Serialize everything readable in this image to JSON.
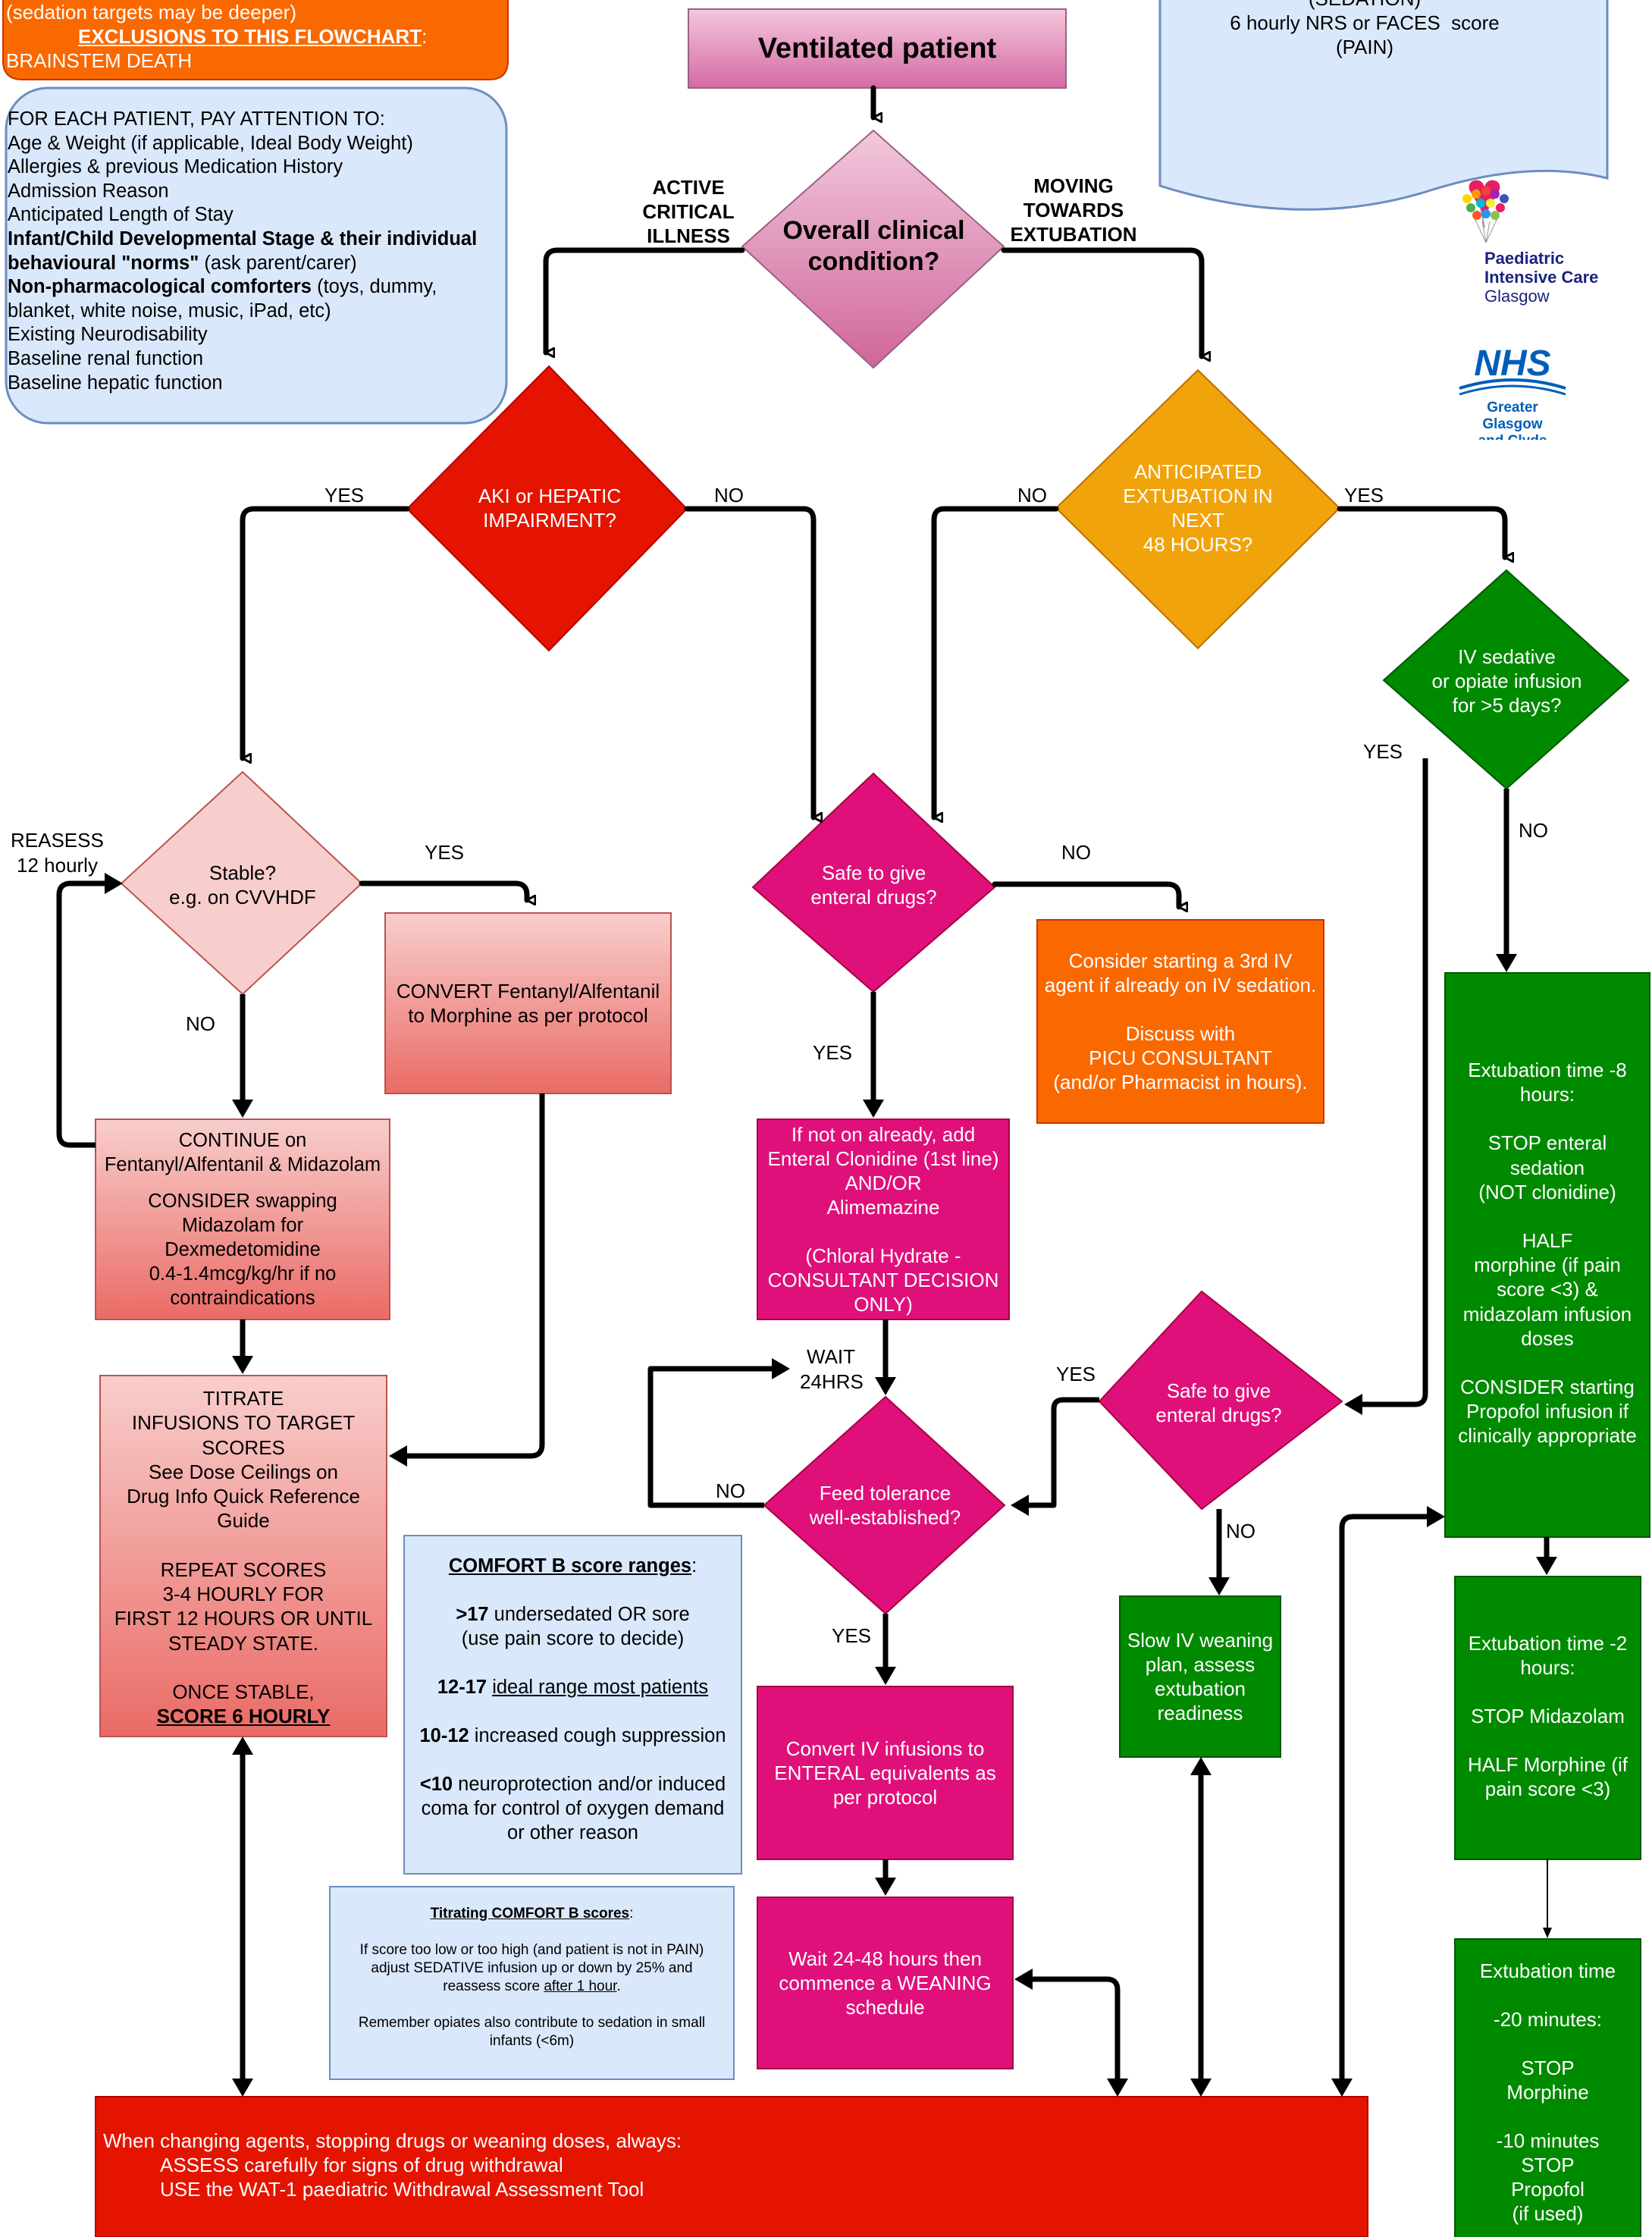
{
  "top_left_note": {
    "line1": "(sedation targets may be deeper)",
    "line2": "EXCLUSIONS TO THIS FLOWCHART",
    "line2_suffix": ":",
    "line3": "BRAINSTEM DEATH"
  },
  "start": {
    "label": "Ventilated patient"
  },
  "attention_box": {
    "heading": "FOR EACH PATIENT, PAY ATTENTION TO:",
    "items": [
      "Age & Weight (if applicable, Ideal Body Weight)",
      "Allergies & previous Medication History",
      "Admission Reason",
      "Anticipated Length of Stay",
      "Infant/Child Developmental Stage & their individual",
      "behavioural \"norms\"",
      " (ask parent/carer)",
      "Non-pharmacological comforters",
      " (toys, dummy,",
      "blanket, white noise, music, iPad, etc)",
      "Existing Neurodisability",
      "Baseline renal function",
      "Baseline hepatic function"
    ]
  },
  "score_doc": {
    "line1": "(SEDATION)",
    "line2": "6 hourly NRS or FACES  score",
    "line3": "(PAIN)"
  },
  "logos": {
    "picu_line1": "Paediatric",
    "picu_line2": "Intensive Care",
    "picu_line3": "Glasgow",
    "nhs": "NHS",
    "nhs_line1": "Greater Glasgow",
    "nhs_line2": "and Clyde"
  },
  "decision_overall": {
    "line1": "Overall clinical",
    "line2": "condition?"
  },
  "label_active": {
    "line1": "ACTIVE",
    "line2": "CRITICAL",
    "line3": "ILLNESS"
  },
  "label_moving": {
    "line1": "MOVING",
    "line2": "TOWARDS",
    "line3": "EXTUBATION"
  },
  "decision_aki": {
    "line1": "AKI or HEPATIC",
    "line2": "IMPAIRMENT?"
  },
  "decision_extubation48": {
    "line1": "ANTICIPATED",
    "line2": "EXTUBATION IN",
    "line3": "NEXT",
    "line4": "48 HOURS?"
  },
  "decision_iv5days": {
    "line1": "IV sedative",
    "line2": "or opiate infusion",
    "line3": "for >5 days?"
  },
  "decision_stable": {
    "line1": "Stable?",
    "line2": "e.g. on CVVHDF"
  },
  "decision_enteral1": {
    "line1": "Safe to give",
    "line2": "enteral drugs?"
  },
  "decision_enteral2": {
    "line1": "Safe to give",
    "line2": "enteral drugs?"
  },
  "decision_feed": {
    "line1": "Feed tolerance",
    "line2": "well-established?"
  },
  "labels": {
    "yes": "YES",
    "no": "NO",
    "reassess1": "REASESS",
    "reassess2": "12 hourly",
    "wait1": "WAIT",
    "wait2": "24HRS"
  },
  "box_convert_fentanyl": {
    "line1": "CONVERT Fentanyl/Alfentanil",
    "line2": "to Morphine as per protocol"
  },
  "box_continue": {
    "line1": "CONTINUE on",
    "line2": "Fentanyl/Alfentanil & Midazolam",
    "line3": "CONSIDER swapping",
    "line4": "Midazolam for",
    "line5": "Dexmedetomidine",
    "line6": "0.4-1.4mcg/kg/hr if no",
    "line7": "contraindications"
  },
  "box_titrate": {
    "line1": "TITRATE",
    "line2": "INFUSIONS TO TARGET",
    "line3": "SCORES",
    "line4": "See Dose Ceilings on",
    "line5": "Drug Info Quick Reference",
    "line6": "Guide",
    "line7": "REPEAT SCORES",
    "line8": "3-4 HOURLY FOR",
    "line9": "FIRST 12 HOURS OR UNTIL",
    "line10": "STEADY STATE.",
    "line11": "ONCE STABLE,",
    "line12": "SCORE 6 HOURLY"
  },
  "box_third_agent": {
    "line1": "Consider starting a 3rd IV",
    "line2": "agent if already on IV sedation.",
    "line3": "Discuss with",
    "line4": "PICU CONSULTANT",
    "line5": "(and/or Pharmacist in hours)."
  },
  "box_clonidine": {
    "line1": "If not on already, add",
    "line2": "Enteral Clonidine (1st line)",
    "line3": "AND/OR",
    "line4": "Alimemazine",
    "line5": "(Chloral Hydrate -",
    "line6": "CONSULTANT DECISION",
    "line7": "ONLY)"
  },
  "box_extubation8": {
    "line1": "Extubation time -8",
    "line2": "hours:",
    "line3": "STOP enteral",
    "line4": "sedation",
    "line5": "(NOT clonidine)",
    "line6": "HALF",
    "line7": "morphine (if pain",
    "line8": "score <3) &",
    "line9": "midazolam infusion",
    "line10": "doses",
    "line11": "CONSIDER starting",
    "line12": "Propofol infusion if",
    "line13": "clinically appropriate"
  },
  "box_extubation2": {
    "line1": "Extubation time -2",
    "line2": "hours:",
    "line3": "STOP Midazolam",
    "line4": "HALF Morphine (if",
    "line5": "pain score <3)"
  },
  "box_extubation0": {
    "line1": "Extubation time",
    "line2": "-20 minutes:",
    "line3": "STOP",
    "line4": "Morphine",
    "line5": "-10 minutes",
    "line6": "STOP",
    "line7": "Propofol",
    "line8": "(if used)"
  },
  "box_slow_wean": {
    "line1": "Slow IV weaning",
    "line2": "plan, assess",
    "line3": "extubation",
    "line4": "readiness"
  },
  "box_convert_enteral": {
    "line1": "Convert IV infusions to",
    "line2": "ENTERAL equivalents as",
    "line3": "per protocol"
  },
  "box_wait_wean": {
    "line1": "Wait 24-48 hours then",
    "line2": "commence a WEANING",
    "line3": "schedule"
  },
  "comfort_ranges": {
    "title": "COMFORT B score ranges",
    "title_suffix": ":",
    "r1_key": ">17",
    "r1_text": " undersedated OR sore",
    "r1_text2": "(use pain score to decide)",
    "r2_key": "12-17",
    "r2_text": "ideal range most patients",
    "r3_key": "10-12",
    "r3_text": " increased cough suppression",
    "r4_key": "<10",
    "r4_text": " neuroprotection and/or induced",
    "r4_text2": "coma for control of oxygen demand",
    "r4_text3": "or other reason"
  },
  "titrating": {
    "title": "Titrating COMFORT B scores",
    "title_suffix": ":",
    "p1_line1": "If score too low or too high (and patient is not in PAIN)",
    "p1_line2": "adjust SEDATIVE infusion up or down by 25% and",
    "p1_line3": "reassess score ",
    "p1_line3_u": "after 1 hour",
    "p1_line3_end": ".",
    "p2_line1": "Remember opiates also contribute to sedation in small",
    "p2_line2": "infants (<6m)"
  },
  "withdrawal_bar": {
    "line1": "When changing agents, stopping drugs or weaning doses, always:",
    "line2": "ASSESS carefully for signs of drug withdrawal",
    "line3": "USE the WAT-1 paediatric Withdrawal Assessment Tool"
  },
  "colors": {
    "pink_light": "#e6a0c0",
    "pink_magenta": "#e0107a",
    "red": "#e61a00",
    "amber": "#f0a30a",
    "green": "#008a00",
    "orange": "#fa6800",
    "salmon": "#f4c7c3",
    "light_blue": "#dae8fc",
    "blue_border": "#6c8ebf"
  }
}
